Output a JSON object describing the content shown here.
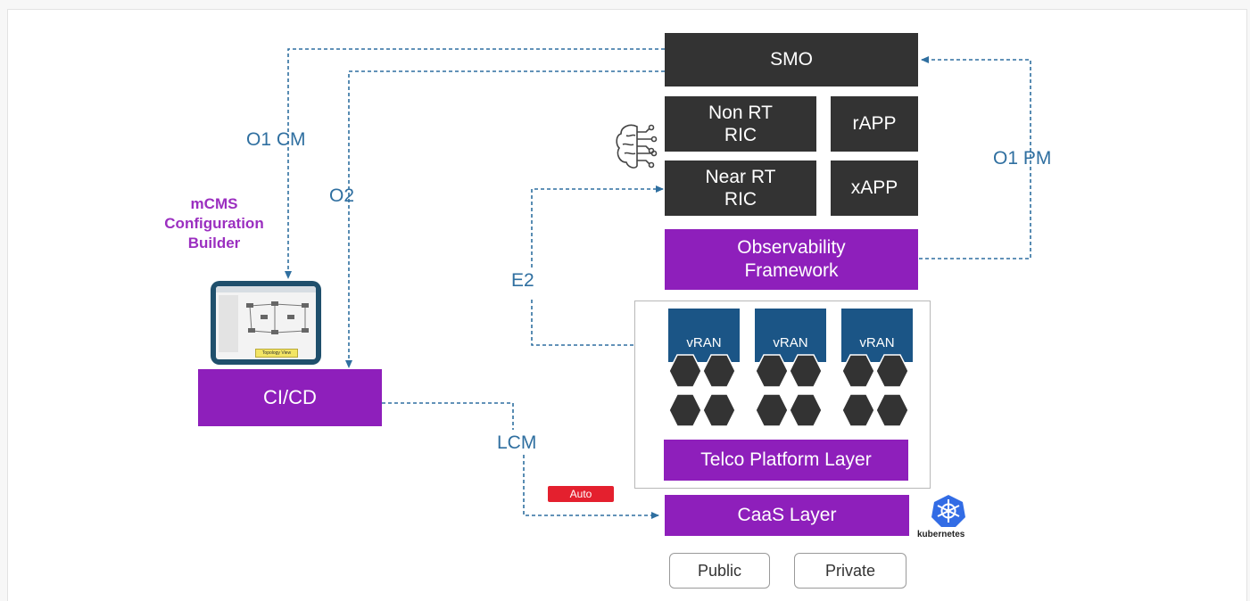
{
  "blocks": {
    "smo": "SMO",
    "non_rt_ric": "Non RT\nRIC",
    "rapp": "rAPP",
    "near_rt_ric": "Near RT\nRIC",
    "xapp": "xAPP",
    "observability": "Observability\nFramework",
    "vran": [
      "vRAN",
      "vRAN",
      "vRAN"
    ],
    "telco_platform": "Telco Platform Layer",
    "caas": "CaaS Layer",
    "public": "Public",
    "private": "Private",
    "cicd": "CI/CD"
  },
  "labels": {
    "o1_cm": "O1 CM",
    "o2": "O2",
    "o1_pm": "O1 PM",
    "e2": "E2",
    "lcm": "LCM",
    "auto_badge": "Auto",
    "mcms": "mCMS\nConfiguration\nBuilder",
    "topology_caption": "Topology View",
    "kubernetes": "kubernetes"
  },
  "colors": {
    "dark_block": "#333333",
    "purple_block": "#8e1fbb",
    "vran_blue": "#1b5586",
    "connector_blue": "#2f6fa0",
    "mcms_purple": "#9b2fc0",
    "auto_red": "#e4202e",
    "kubernetes_blue": "#326ce5"
  },
  "icons": [
    "brain-icon",
    "kubernetes-icon",
    "topology-screenshot-icon"
  ]
}
